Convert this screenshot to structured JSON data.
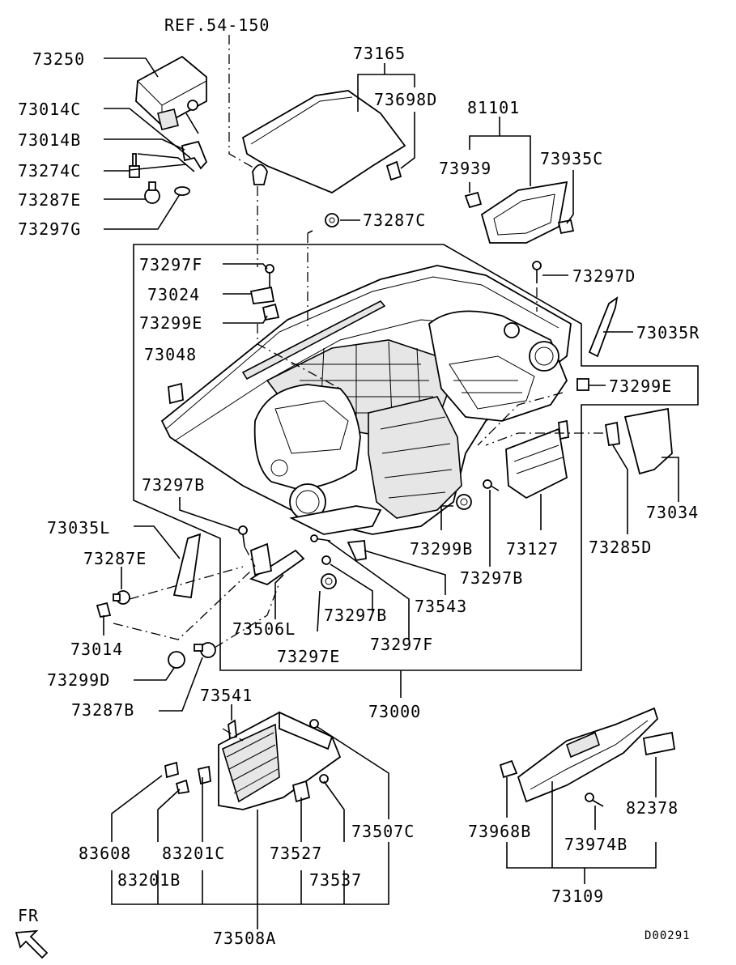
{
  "labels": {
    "ref": "REF.54-150",
    "p73165": "73165",
    "p73698D": "73698D",
    "p81101": "81101",
    "p73939": "73939",
    "p73935C": "73935C",
    "p73250": "73250",
    "p73014C": "73014C",
    "p73014B": "73014B",
    "p73274C": "73274C",
    "p73287E_top": "73287E",
    "p73297G": "73297G",
    "p73287C": "73287C",
    "p73297F_top": "73297F",
    "p73024": "73024",
    "p73299E_left": "73299E",
    "p73297D": "73297D",
    "p73035R": "73035R",
    "p73048": "73048",
    "p73299E_right": "73299E",
    "p73034": "73034",
    "p73297B_left": "73297B",
    "p73035L": "73035L",
    "p73287E_low": "73287E",
    "p73014": "73014",
    "p73299D": "73299D",
    "p73287B": "73287B",
    "p73506L": "73506L",
    "p73297B_mid": "73297B",
    "p73297E": "73297E",
    "p73297F_low": "73297F",
    "p73543": "73543",
    "p73299B": "73299B",
    "p73127": "73127",
    "p73285D": "73285D",
    "p73297B_right": "73297B",
    "p73000": "73000",
    "p73541": "73541",
    "p83608": "83608",
    "p83201C": "83201C",
    "p83201B": "83201B",
    "p73527": "73527",
    "p73537": "73537",
    "p73507C": "73507C",
    "p73508A": "73508A",
    "p73968B": "73968B",
    "p73974B": "73974B",
    "p82378": "82378",
    "p73109": "73109",
    "fr": "FR",
    "code": "D00291"
  }
}
